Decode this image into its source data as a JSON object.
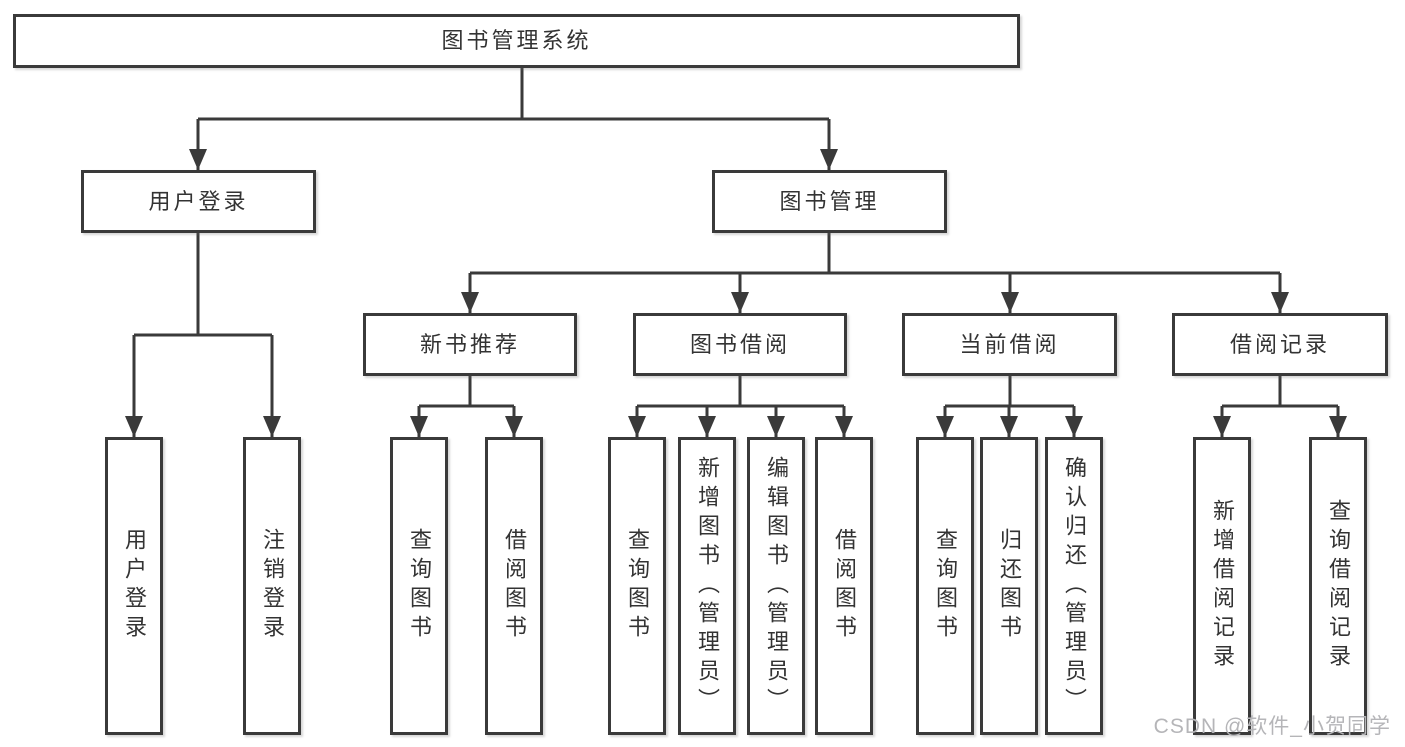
{
  "colors": {
    "line": "#3a3a3a",
    "text": "#333333",
    "box_bg": "#ffffff",
    "background": "#ffffff",
    "watermark": "#b5b5b8"
  },
  "tree": {
    "root": {
      "label": "图书管理系统"
    },
    "branches": [
      {
        "label": "用户登录",
        "children": [
          {
            "label": "用户登录"
          },
          {
            "label": "注销登录"
          }
        ]
      },
      {
        "label": "图书管理",
        "children": [
          {
            "label": "新书推荐",
            "children": [
              {
                "label": "查询图书"
              },
              {
                "label": "借阅图书"
              }
            ]
          },
          {
            "label": "图书借阅",
            "children": [
              {
                "label": "查询图书"
              },
              {
                "label": "新增图书（管理员）"
              },
              {
                "label": "编辑图书（管理员）"
              },
              {
                "label": "借阅图书"
              }
            ]
          },
          {
            "label": "当前借阅",
            "children": [
              {
                "label": "查询图书"
              },
              {
                "label": "归还图书"
              },
              {
                "label": "确认归还（管理员）"
              }
            ]
          },
          {
            "label": "借阅记录",
            "children": [
              {
                "label": "新增借阅记录"
              },
              {
                "label": "查询借阅记录"
              }
            ]
          }
        ]
      }
    ]
  },
  "watermark": {
    "text": "CSDN @软件_小贺同学"
  }
}
